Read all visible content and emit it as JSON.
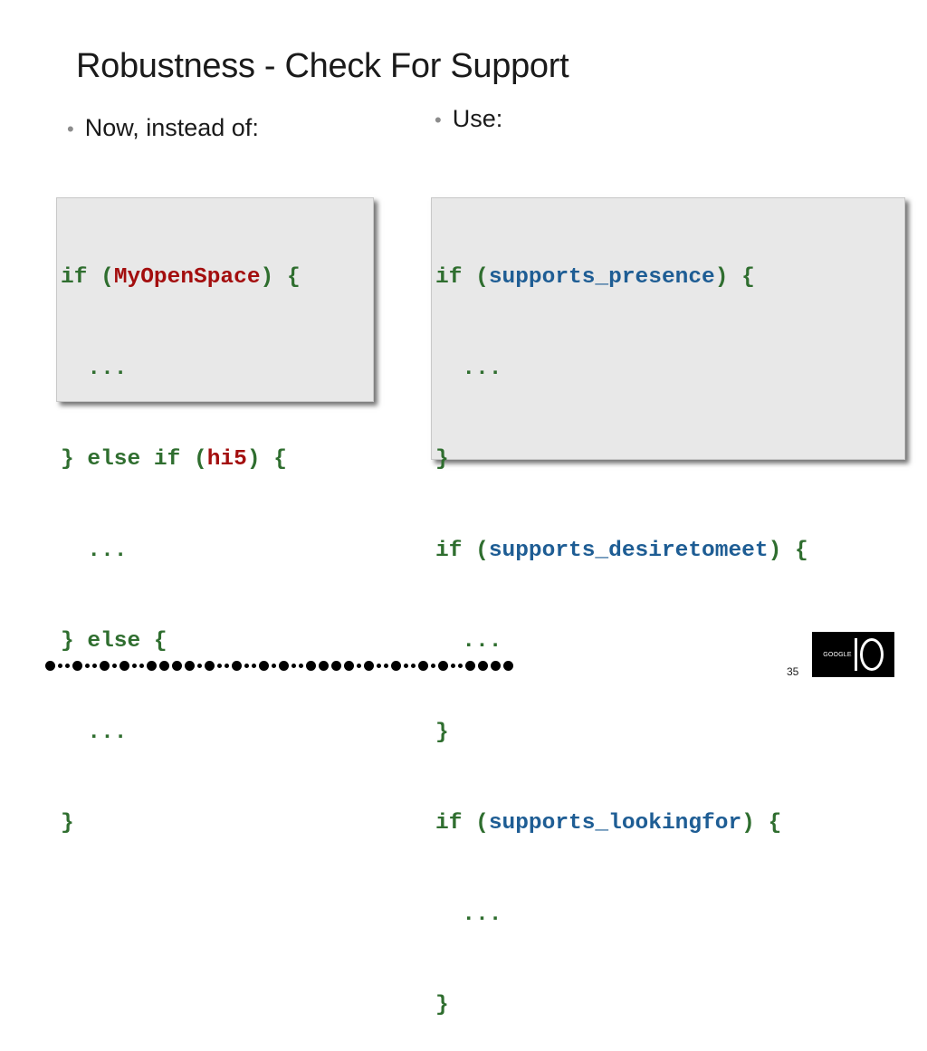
{
  "slide": {
    "title": "Robustness - Check For Support",
    "page_number": "35"
  },
  "bullets": {
    "left": "Now, instead of:",
    "right": "Use:",
    "marker": "•"
  },
  "code_left": {
    "line1": {
      "pre": "if (",
      "name": "MyOpenSpace",
      "post": ") {"
    },
    "line2": "  ...",
    "line3": {
      "pre": "} else if (",
      "name": "hi5",
      "post": ") {"
    },
    "line4": "  ...",
    "line5": "} else {",
    "line6": "  ...",
    "line7": "}"
  },
  "code_right": {
    "line1": {
      "pre": "if (",
      "name": "supports_presence",
      "post": ") {"
    },
    "line2": "  ...",
    "line3": "}",
    "line4": {
      "pre": "if (",
      "name": "supports_desiretomeet",
      "post": ") {"
    },
    "line5": "  ...",
    "line6": "}",
    "line7": {
      "pre": "if (",
      "name": "supports_lookingfor",
      "post": ") {"
    },
    "line8": "  ...",
    "line9": "}"
  },
  "logo": {
    "small_text": "GOOGLE"
  },
  "colors": {
    "code_green": "#2f6e2f",
    "code_red": "#a30e0e",
    "code_blue": "#1e5d94",
    "code_bg": "#e8e8e8"
  },
  "footer_pattern": [
    1,
    0,
    0,
    1,
    0,
    0,
    1,
    0,
    1,
    0,
    0,
    1,
    1,
    1,
    1,
    0,
    1,
    0,
    0,
    1,
    0,
    0,
    1,
    0,
    1,
    0,
    0,
    1,
    1,
    1,
    1,
    0,
    1,
    0,
    0,
    1,
    0,
    0,
    1,
    0,
    1,
    0,
    0,
    1,
    1,
    1,
    1
  ]
}
